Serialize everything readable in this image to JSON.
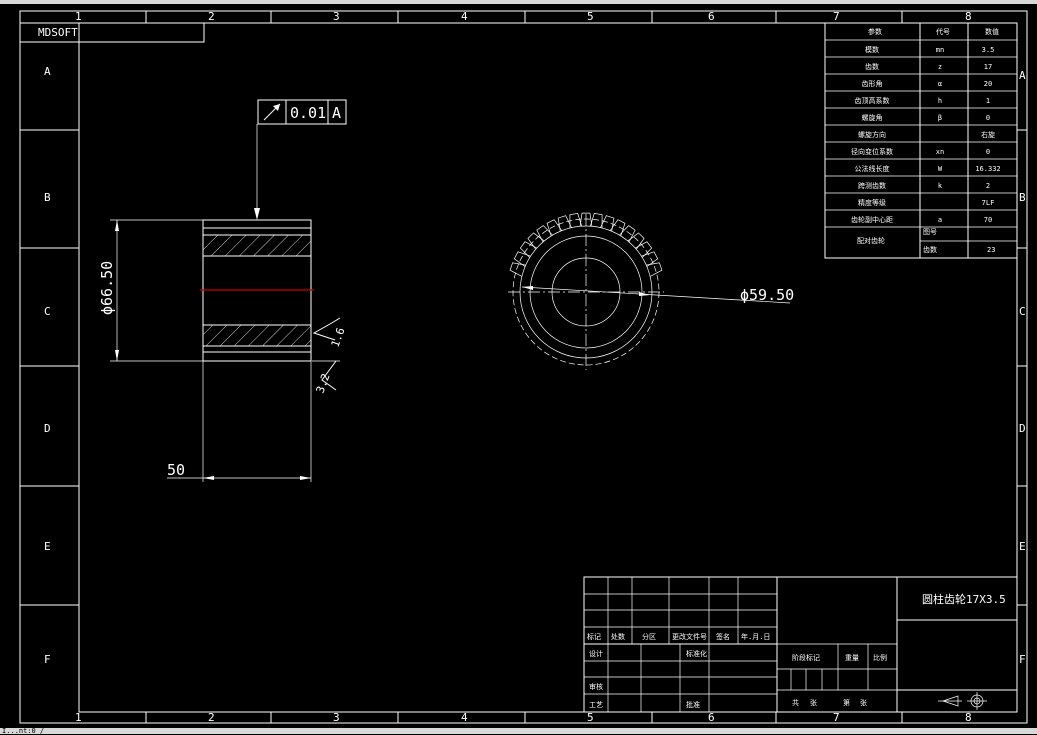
{
  "frame": {
    "col_numbers_top": [
      "1",
      "2",
      "3",
      "4",
      "5",
      "6",
      "7",
      "8"
    ],
    "col_numbers_bottom": [
      "1",
      "2",
      "3",
      "4",
      "5",
      "6",
      "7",
      "8"
    ],
    "row_letters_left": [
      "A",
      "B",
      "C",
      "D",
      "E",
      "F"
    ],
    "row_letters_right": [
      "A",
      "B",
      "C",
      "D",
      "E",
      "F"
    ],
    "logo": "MDSOFT"
  },
  "views": {
    "tolerance": {
      "value": "0.01",
      "datum": "A"
    },
    "dim_diameter_outer": "ϕ66.50",
    "dim_width": "50",
    "surface_rough_1": "1.6",
    "surface_rough_2": "3.2",
    "dim_diameter_gear": "ϕ59.50"
  },
  "params": {
    "header": [
      "参数",
      "代号",
      "数值"
    ],
    "rows": [
      [
        "模数",
        "mn",
        "3.5"
      ],
      [
        "齿数",
        "z",
        "17"
      ],
      [
        "齿形角",
        "α",
        "20"
      ],
      [
        "齿顶高系数",
        "h",
        "1"
      ],
      [
        "螺旋角",
        "β",
        "0"
      ],
      [
        "螺旋方向",
        "",
        "右旋"
      ],
      [
        "径向变位系数",
        "xn",
        "0"
      ],
      [
        "公法线长度",
        "W",
        "16.332"
      ],
      [
        "跨测齿数",
        "k",
        "2"
      ],
      [
        "精度等级",
        "",
        "7LF"
      ],
      [
        "齿轮副中心距",
        "a",
        "70"
      ]
    ],
    "mating": {
      "label": "配对齿轮",
      "sub1": "图号",
      "sub2": "齿数",
      "value2": "23"
    }
  },
  "title_block": {
    "part_name": "圆柱齿轮17X3.5",
    "headers": [
      "标记",
      "处数",
      "分区",
      "更改文件号",
      "签名",
      "年.月.日"
    ],
    "row_design": [
      "设计",
      "标准化"
    ],
    "row_check": "审核",
    "row_process": [
      "工艺",
      "批准"
    ],
    "stage": [
      "阶段标记",
      "重量",
      "比例"
    ],
    "sheets": [
      "共",
      "张",
      "第",
      "张"
    ]
  },
  "status": {
    "command": "I...nt:0 /"
  }
}
